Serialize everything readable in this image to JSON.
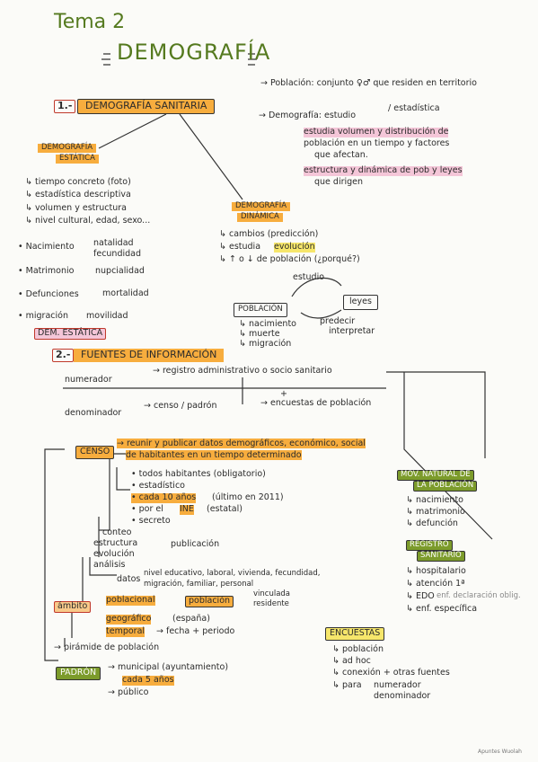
{
  "header": {
    "tema": "Tema 2",
    "title": "DEMOGRAFÍA"
  },
  "s1": {
    "number": "1.-",
    "heading": "DEMOGRAFÍA SANITARIA",
    "defs": [
      "→ Población: conjunto ♀♂ que residen en territorio",
      "→ Demografía: estudio",
      "/ estadística",
      "estudia volumen y distribución de",
      "población en un tiempo y factores",
      "que afectan.",
      "estructura y dinámica de pob y leyes",
      "que dirigen"
    ],
    "estatica": {
      "title1": "DEMOGRAFÍA",
      "title2": "ESTÁTICA",
      "items": [
        "↳ tiempo concreto (foto)",
        "↳ estadística descriptiva",
        "↳ volumen y estructura",
        "↳ nivel cultural, edad, sexo..."
      ],
      "events": [
        {
          "label": "• Nacimiento",
          "detail1": "natalidad",
          "detail2": "fecundidad"
        },
        {
          "label": "• Matrimonio",
          "detail1": "nupcialidad",
          "detail2": ""
        },
        {
          "label": "• Defunciones",
          "detail1": "mortalidad",
          "detail2": ""
        },
        {
          "label": "• migración",
          "detail1": "movilidad",
          "detail2": ""
        }
      ],
      "tag": "DEM. ESTÁTICA"
    },
    "dinamica": {
      "title1": "DEMOGRAFÍA",
      "title2": "DINÁMICA",
      "items": [
        "↳ cambios (predicción)",
        "↳ estudia",
        "evolución",
        "↳ ↑ o ↓ de población (¿porqué?)"
      ]
    },
    "cycle": {
      "estudio": "estudio",
      "poblacion": "POBLACIÓN",
      "leyes": "leyes",
      "items": [
        "↳ nacimiento",
        "↳ muerte",
        "↳ migración"
      ],
      "predecir": "predecir",
      "interpretar": "interpretar"
    }
  },
  "s2": {
    "number": "2.-",
    "heading": "FUENTES DE INFORMACIÓN",
    "numerador": "numerador",
    "registro": "→ registro administrativo o socio sanitario",
    "denominador": "denominador",
    "censo_padron": "→ censo / padrón",
    "plus": "+",
    "encuestas_pob": "→ encuestas de población",
    "censo": {
      "label": "CENSO",
      "desc1": "→ reunir y publicar datos demográficos, económico, social",
      "desc2": "de habitantes en un tiempo determinado",
      "items": [
        "• todos habitantes (obligatorio)",
        "• estadístico",
        "• cada 10 años",
        "(último en 2011)",
        "• por el",
        "INE",
        "(estatal)",
        "• secreto"
      ],
      "conteo": [
        "conteo",
        "estructura",
        "evolución",
        "análisis"
      ],
      "publicacion": "publicación",
      "datos": "datos",
      "datos_detail1": "nivel educativo, laboral, vivienda, fecundidad,",
      "datos_detail2": "migración, familiar, personal",
      "ambito": "ámbito",
      "poblacional": "poblacional",
      "poblacion": "población",
      "vinculada": "vinculada",
      "residente": "residente",
      "geografico": "geográfico",
      "espana": "(españa)",
      "temporal": "temporal",
      "fecha": "→ fecha + periodo",
      "piramide": "→ pirámide de población"
    },
    "padron": {
      "label": "PADRÓN",
      "items": [
        "→ municipal (ayuntamiento)",
        "cada 5 años",
        "→ público"
      ]
    },
    "mov_natural": {
      "title1": "MOV. NATURAL DE",
      "title2": "LA POBLACIÓN",
      "items": [
        "↳ nacimiento",
        "↳ matrimonio",
        "↳ defunción"
      ]
    },
    "registro_sanitario": {
      "title1": "REGISTRO",
      "title2": "SANITARIO",
      "items": [
        "↳ hospitalario",
        "↳ atención 1ª",
        "↳ EDO",
        "↳ enf. específica"
      ],
      "edo_note": "enf. declaración oblig."
    },
    "encuestas": {
      "title": "ENCUESTAS",
      "items": [
        "↳ población",
        "↳ ad hoc",
        "↳ conexión + otras fuentes",
        "↳ para",
        "numerador",
        "denominador"
      ]
    }
  },
  "footer": {
    "credit": "Apuntes Wuolah"
  }
}
